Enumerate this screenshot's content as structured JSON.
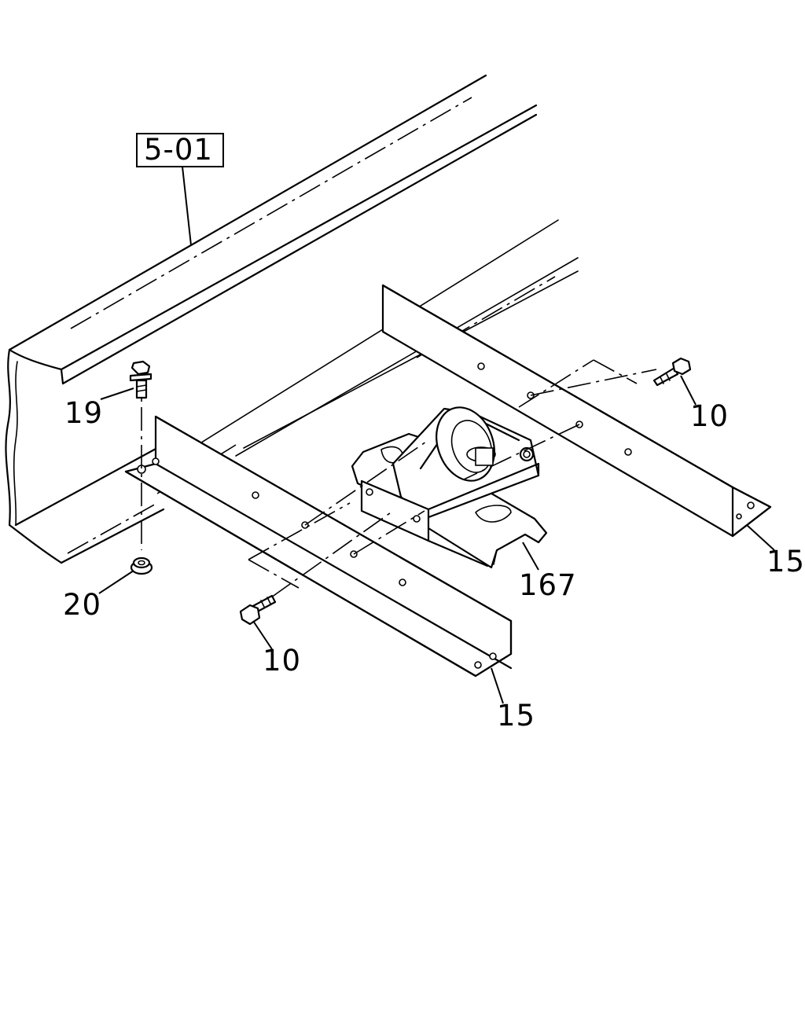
{
  "diagram": {
    "reference_box": "5-01",
    "callouts": {
      "bolt_top_left": "19",
      "nut_bottom_left": "20",
      "bolt_right": "10",
      "bolt_front": "10",
      "angle_right": "15",
      "angle_front": "15",
      "spare_tire_carrier": "167"
    }
  }
}
